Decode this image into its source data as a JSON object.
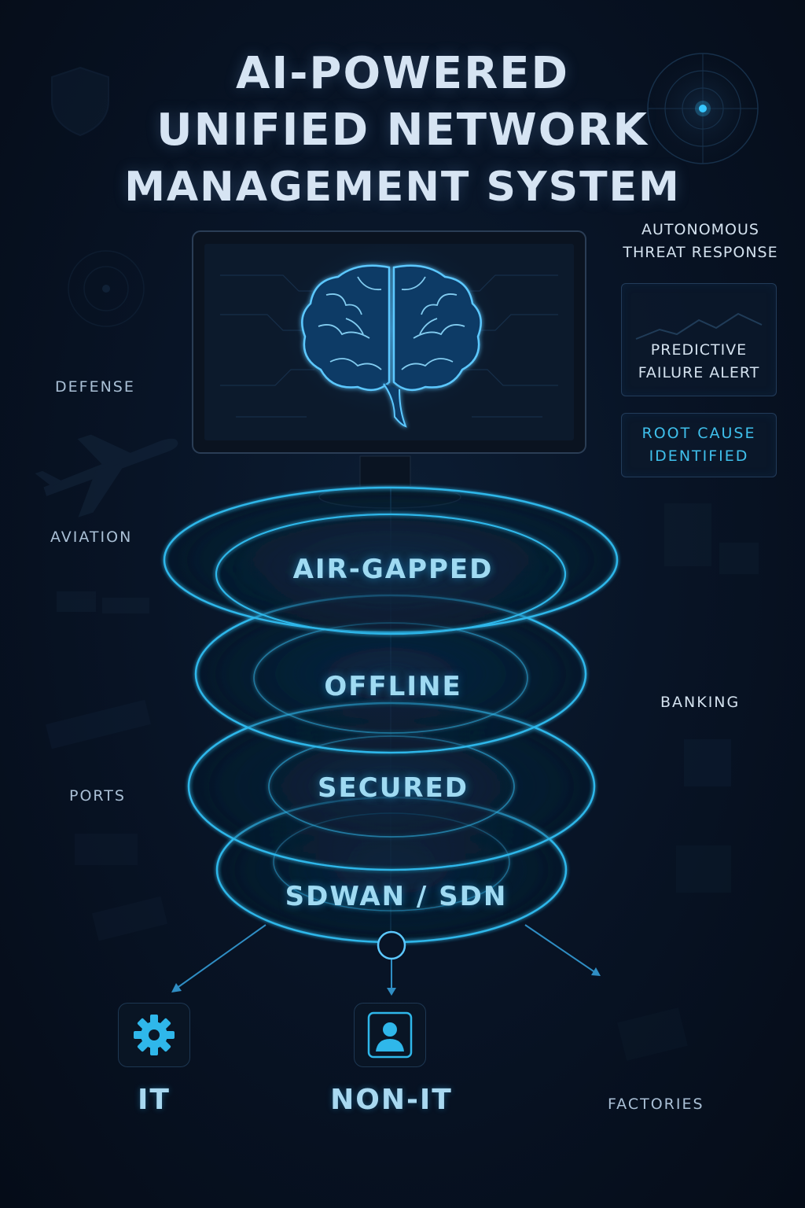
{
  "title": {
    "line1": "AI-POWERED",
    "line2": "UNIFIED NETWORK",
    "line3": "MANAGEMENT SYSTEM"
  },
  "sectors_left": {
    "defense": "DEFENSE",
    "aviation": "AVIATION",
    "ports": "PORTS"
  },
  "sectors_right": {
    "banking": "BANKING",
    "factories": "FACTORIES"
  },
  "ai_features": {
    "autonomous_line1": "AUTONOMOUS",
    "autonomous_line2": "THREAT RESPONSE",
    "predictive_line1": "PREDICTIVE",
    "predictive_line2": "FAILURE ALERT",
    "root_cause_line1": "ROOT CAUSE",
    "root_cause_line2": "IDENTIFIED"
  },
  "layers": [
    "AIR-GAPPED",
    "OFFLINE",
    "SECURED",
    "SDWAN / SDN"
  ],
  "outputs": {
    "it": "IT",
    "non_it": "NON-IT"
  },
  "colors": {
    "background": "#081426",
    "accent": "#2fb7ea",
    "glow": "#3aa8ff",
    "title": "#d6e4f3"
  },
  "icons": [
    "shield-icon",
    "radar-icon",
    "brain-icon",
    "gear-icon",
    "person-icon",
    "airplane-icon",
    "line-graph-icon"
  ]
}
